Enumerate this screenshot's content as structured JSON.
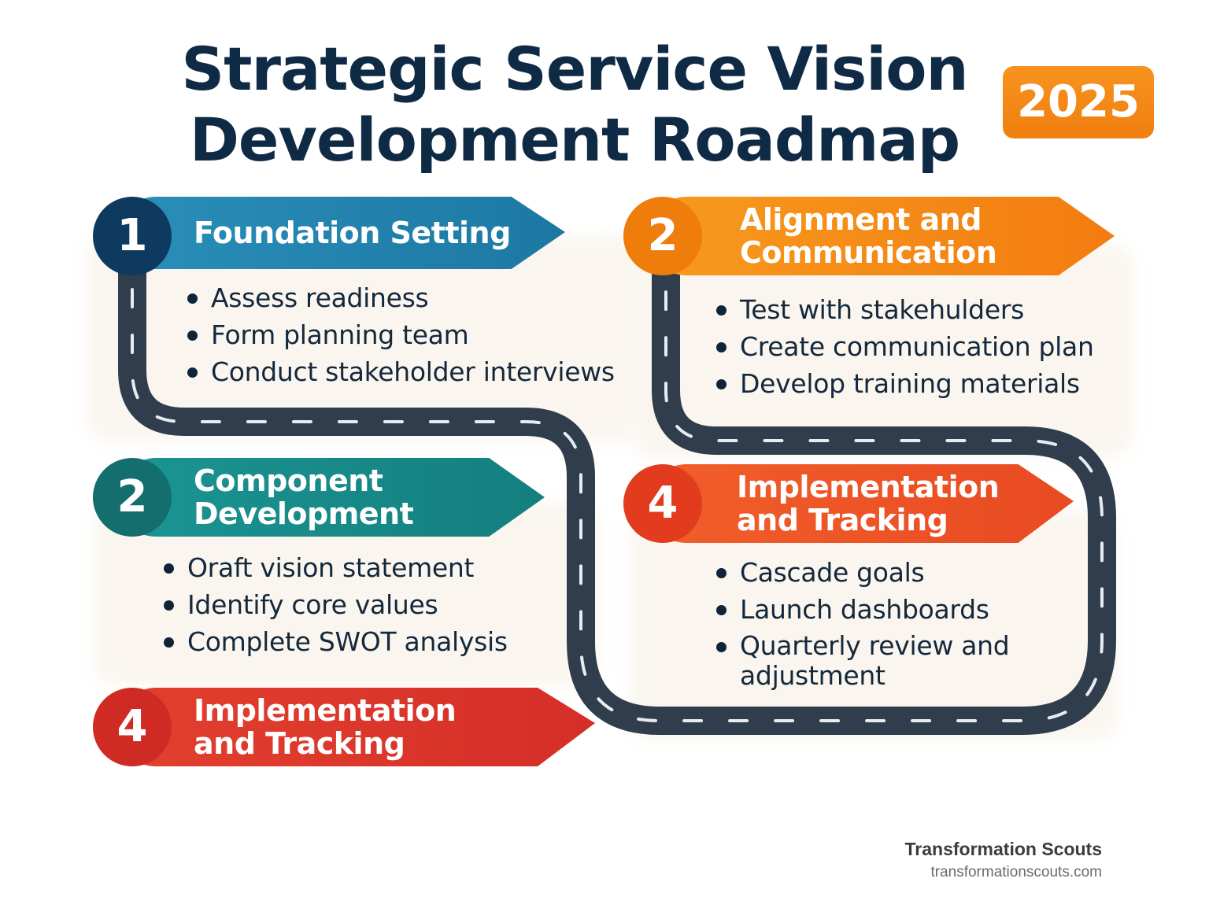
{
  "header": {
    "title_line1": "Strategic Service Vision",
    "title_line2": "Development Roadmap",
    "year_badge": "2025"
  },
  "colors": {
    "road": "#2f3d4c",
    "road_dash": "#e7ecf1",
    "foundation": "#1f82aa",
    "alignment": "#f68a16",
    "component": "#168887",
    "implementation_right": "#ee5428",
    "implementation_left": "#d9342c",
    "badge": "#f4891c"
  },
  "stages": [
    {
      "number": "1",
      "title": "Foundation Setting",
      "items": [
        "Assess readiness",
        "Form planning team",
        "Conduct stakeholder interviews"
      ]
    },
    {
      "number": "2",
      "title": "Alignment and\nCommunication",
      "items": [
        "Test with stakehulders",
        "Create communication plan",
        "Develop training materials"
      ]
    },
    {
      "number": "2",
      "title": "Component\nDevelopment",
      "items": [
        "Oraft vision statement",
        "Identify core values",
        "Complete SWOT analysis"
      ]
    },
    {
      "number": "4",
      "title": "Implementation\nand Tracking",
      "items": [
        "Cascade goals",
        "Launch dashboards",
        "Quarterly review and\nadjustment"
      ]
    },
    {
      "number": "4",
      "title": "Implementation\nand Tracking",
      "items": []
    }
  ],
  "footer": {
    "brand": "Transformation Scouts",
    "url": "transformationscouts.com"
  }
}
